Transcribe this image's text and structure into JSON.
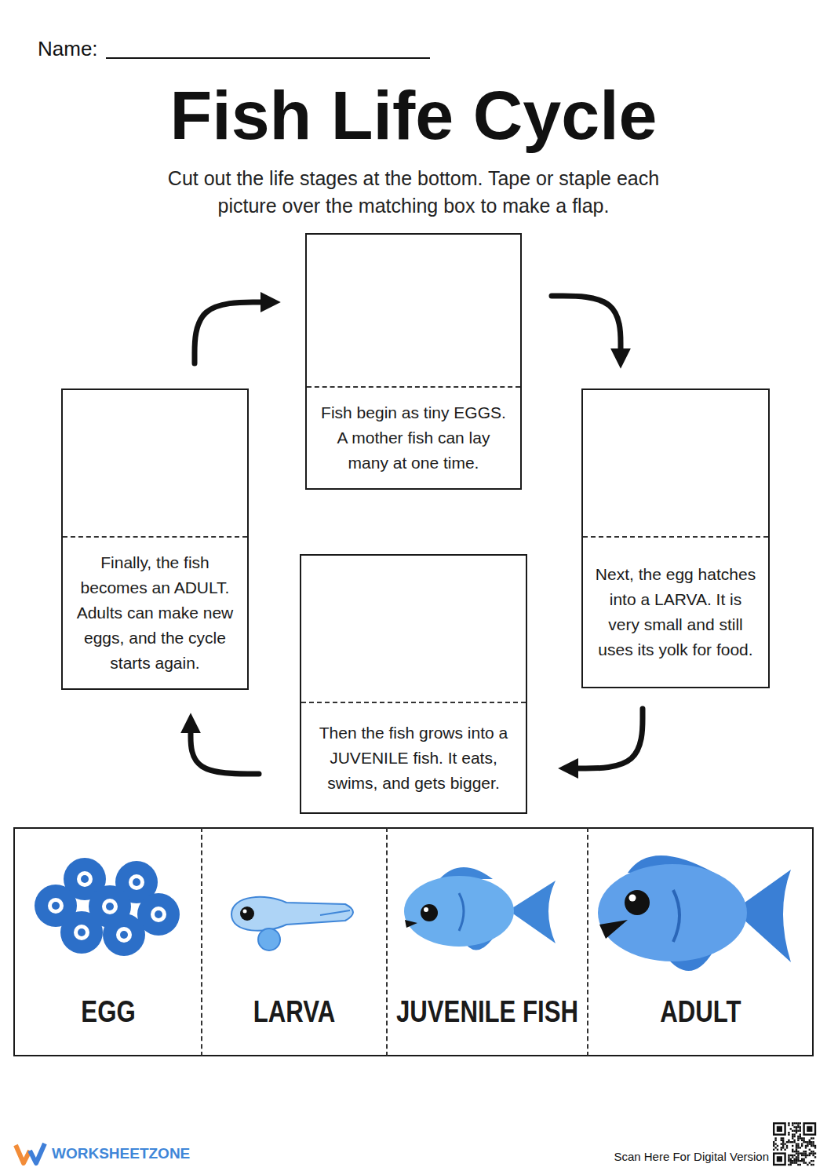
{
  "diagram": {
    "title": "Fish Life Cycle",
    "nodes": [
      {
        "text": [
          "Fish begin as tiny EGGS. A mother fish can lay many at one time."
        ]
      },
      {
        "text": [
          "Next, the egg hatches into a LARVA. It is very small and still uses its yolk for food."
        ]
      },
      {
        "text": [
          "Then the fish grows into a JUVENILE fish. It eats, swims, and gets bigger."
        ]
      },
      {
        "text": [
          "Finally, the fish becomes an ADULT. Adults can make new eggs, and the cycle starts again."
        ]
      },
      {
        "text": [
          "EGG"
        ]
      },
      {
        "text": [
          "LARVA"
        ]
      },
      {
        "text": [
          "JUVENILE FISH"
        ]
      },
      {
        "text": [
          "ADULT"
        ]
      }
    ],
    "edges": [
      {
        "from": 0,
        "to": 1,
        "arrow": "to"
      },
      {
        "from": 1,
        "to": 2,
        "arrow": "to"
      },
      {
        "from": 2,
        "to": 3,
        "arrow": "to"
      },
      {
        "from": 3,
        "to": 0,
        "arrow": "to"
      }
    ],
    "labels": [
      "Name:",
      "Cut out the life stages at the bottom. Tape or staple each picture over the matching box to make a flap.",
      "WORKSHEETZONE",
      "Scan Here For Digital Version"
    ]
  }
}
